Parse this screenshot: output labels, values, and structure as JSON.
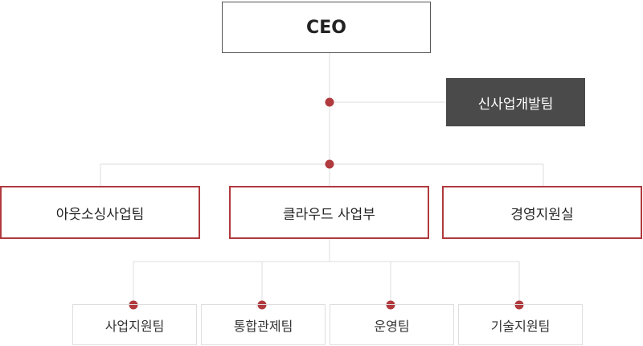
{
  "ceo": {
    "label": "CEO"
  },
  "staff": {
    "label": "신사업개발팀"
  },
  "departments": [
    {
      "label": "아웃소싱사업팀"
    },
    {
      "label": "클라우드 사업부"
    },
    {
      "label": "경영지원실"
    }
  ],
  "teams": [
    {
      "label": "사업지원팀"
    },
    {
      "label": "통합관제팀"
    },
    {
      "label": "운영팀"
    },
    {
      "label": "기술지원팀"
    }
  ],
  "colors": {
    "accent": "#b03a3e",
    "staff_bg": "#4a4a4a",
    "line": "#dddddd",
    "ceo_border": "#555555"
  }
}
